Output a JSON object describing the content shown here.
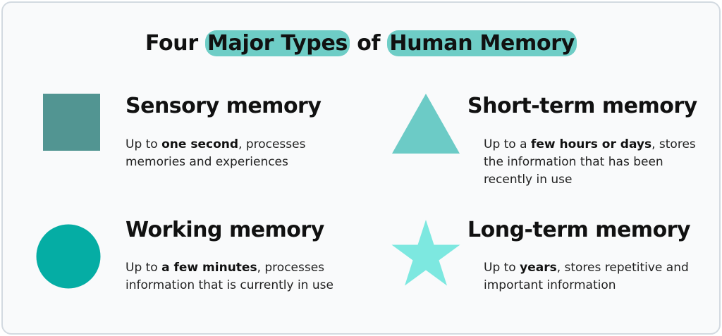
{
  "title": {
    "part1": "Four ",
    "highlight1": "Major Types",
    "part2": " of ",
    "highlight2": "Human Memory"
  },
  "colors": {
    "highlight": "#6ecdc6",
    "square": "#529592",
    "triangle": "#6ccbc6",
    "circle": "#05ada4",
    "star": "#7de8e0"
  },
  "items": [
    {
      "shape": "square-icon",
      "heading": "Sensory memory",
      "desc_pre": "Up to ",
      "desc_bold": "one second",
      "desc_post": ", processes memories and experiences"
    },
    {
      "shape": "triangle-icon",
      "heading": "Short-term memory",
      "desc_pre": "Up to a ",
      "desc_bold": "few hours or days",
      "desc_post": ", stores the information that has been recently in use"
    },
    {
      "shape": "circle-icon",
      "heading": "Working memory",
      "desc_pre": "Up to ",
      "desc_bold": "a few minutes",
      "desc_post": ", processes information that is currently in use"
    },
    {
      "shape": "star-icon",
      "heading": "Long-term memory",
      "desc_pre": "Up to ",
      "desc_bold": "years",
      "desc_post": ", stores repetitive and important information"
    }
  ]
}
